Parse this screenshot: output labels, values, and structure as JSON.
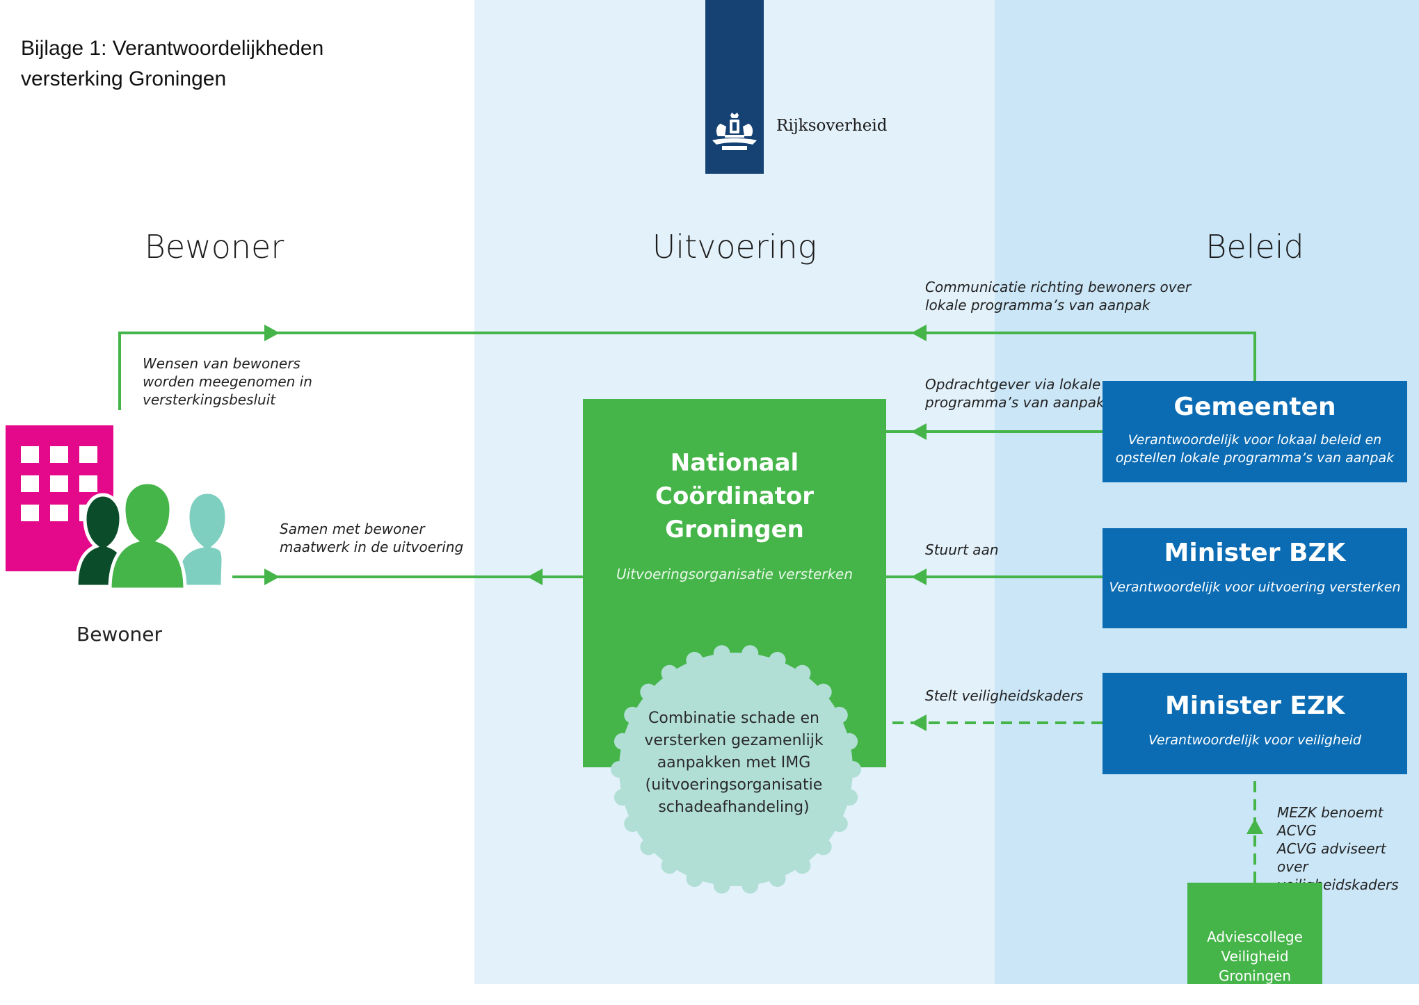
{
  "page_title": "Bijlage 1: Verantwoordelijkheden versterking Groningen",
  "logo": {
    "text": "Rijksoverheid",
    "emblem": "coat-of-arms"
  },
  "columns": {
    "left": "Bewoner",
    "middle": "Uitvoering",
    "right": "Beleid"
  },
  "resident": {
    "label": "Bewoner",
    "icons": [
      "building-icon",
      "people-icon"
    ]
  },
  "center": {
    "title": "Nationaal\nCoördinator\nGroningen",
    "subtitle": "Uitvoeringsorganisatie versterken",
    "cloud_text": "Combinatie schade en\nversterken gezamenlijk\naanpakken met IMG\n(uitvoeringsorganisatie\nschadeafhandeling)"
  },
  "policy": {
    "gemeenten": {
      "title": "Gemeenten",
      "subtitle": "Verantwoordelijk voor lokaal beleid en\nopstellen lokale programma’s van aanpak"
    },
    "bzk": {
      "title": "Minister BZK",
      "subtitle": "Verantwoordelijk voor uitvoering versterken"
    },
    "ezk": {
      "title": "Minister EZK",
      "subtitle": "Verantwoordelijk voor veiligheid"
    },
    "advies": {
      "title": "Adviescollege\nVeiligheid\nGroningen"
    }
  },
  "arrows": {
    "communicatie": "Communicatie richting bewoners over\nlokale programma’s van aanpak",
    "wensen": "Wensen van bewoners\nworden meegenomen in\nversterkingsbesluit",
    "opdrachtgever": "Opdrachtgever via lokale\nprogramma’s van aanpak",
    "samen": "Samen met bewoner\nmaatwerk in de uitvoering",
    "stuurt": "Stuurt aan",
    "stelt": "Stelt veiligheidskaders",
    "mezk": "MEZK benoemt ACVG\nACVG adviseert over\nveiligheidskaders"
  },
  "colors": {
    "arrow_green": "#45b549",
    "box_blue": "#0b6cb4",
    "logo_blue": "#154273",
    "cloud": "#b1dfd6",
    "building": "#e4088a",
    "band_mid": "#e3f1fa",
    "band_right": "#cbe6f7"
  }
}
